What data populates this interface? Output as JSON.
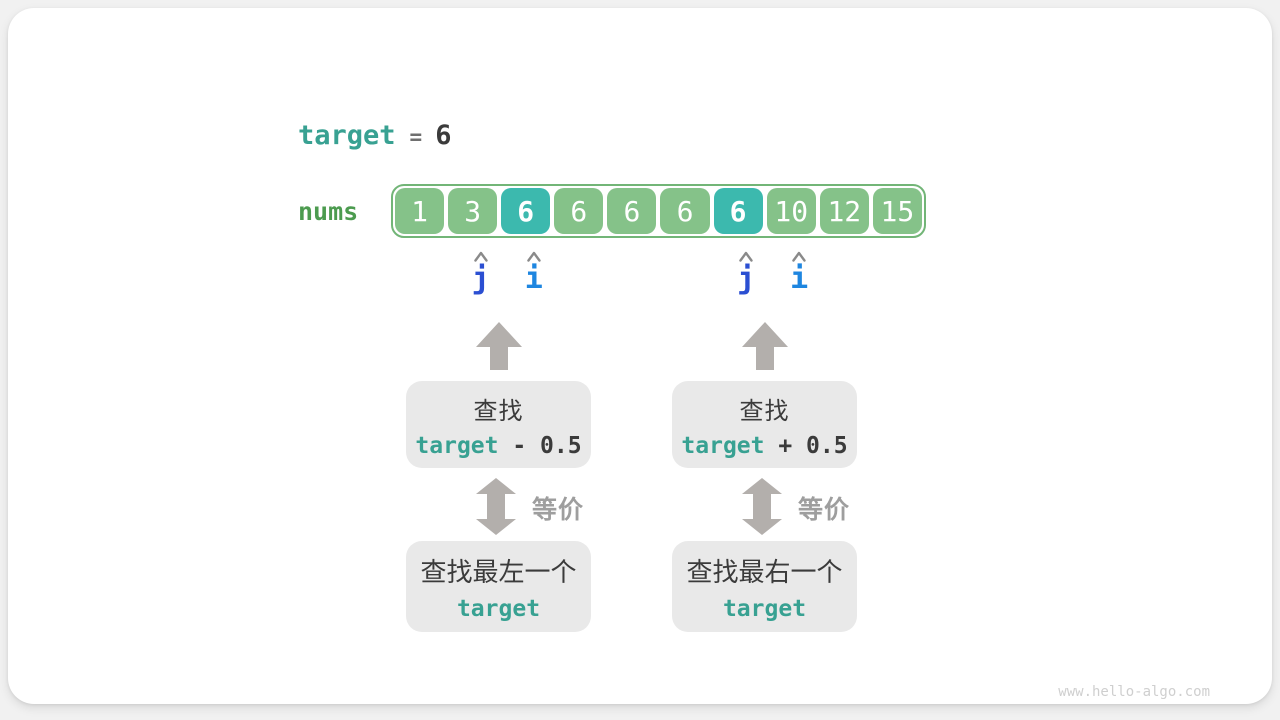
{
  "page": {
    "watermark": "www.hello-algo.com"
  },
  "header": {
    "target_label": "target",
    "equals": "=",
    "target_value": "6"
  },
  "array": {
    "label": "nums",
    "cells": [
      {
        "value": "1",
        "highlighted": false
      },
      {
        "value": "3",
        "highlighted": false
      },
      {
        "value": "6",
        "highlighted": true
      },
      {
        "value": "6",
        "highlighted": false
      },
      {
        "value": "6",
        "highlighted": false
      },
      {
        "value": "6",
        "highlighted": false
      },
      {
        "value": "6",
        "highlighted": true
      },
      {
        "value": "10",
        "highlighted": false
      },
      {
        "value": "12",
        "highlighted": false
      },
      {
        "value": "15",
        "highlighted": false
      }
    ]
  },
  "pointers": [
    {
      "label": "j",
      "cell_index": 1,
      "color": "#2b4fd2"
    },
    {
      "label": "i",
      "cell_index": 2,
      "color": "#1e86e0"
    },
    {
      "label": "j",
      "cell_index": 6,
      "color": "#2b4fd2"
    },
    {
      "label": "i",
      "cell_index": 7,
      "color": "#1e86e0"
    }
  ],
  "columns": [
    {
      "top_box": {
        "line1": "查找",
        "code_term": "target",
        "code_op": " - 0.5"
      },
      "equiv_label": "等价",
      "bottom_box": {
        "line1": "查找最左一个",
        "code_term": "target"
      }
    },
    {
      "top_box": {
        "line1": "查找",
        "code_term": "target",
        "code_op": " + 0.5"
      },
      "equiv_label": "等价",
      "bottom_box": {
        "line1": "查找最右一个",
        "code_term": "target"
      }
    }
  ],
  "colors": {
    "background": "#f1f1f1",
    "card": "#ffffff",
    "teal-text": "#38a192",
    "dark-text": "#3b3b3b",
    "equals-gray": "#6f6f6f",
    "green-label": "#4c9b4f",
    "cell-green": "#85c289",
    "cell-teal": "#3cb9ae",
    "array-border": "#72b577",
    "pointer-j": "#2b4fd2",
    "pointer-i": "#1e86e0",
    "caret-gray": "#8a8a8a",
    "arrow-gray": "#b3afac",
    "equiv-gray": "#9e9e9e",
    "box-bg": "#e9e9e9",
    "watermark-gray": "#cfcfcf"
  }
}
